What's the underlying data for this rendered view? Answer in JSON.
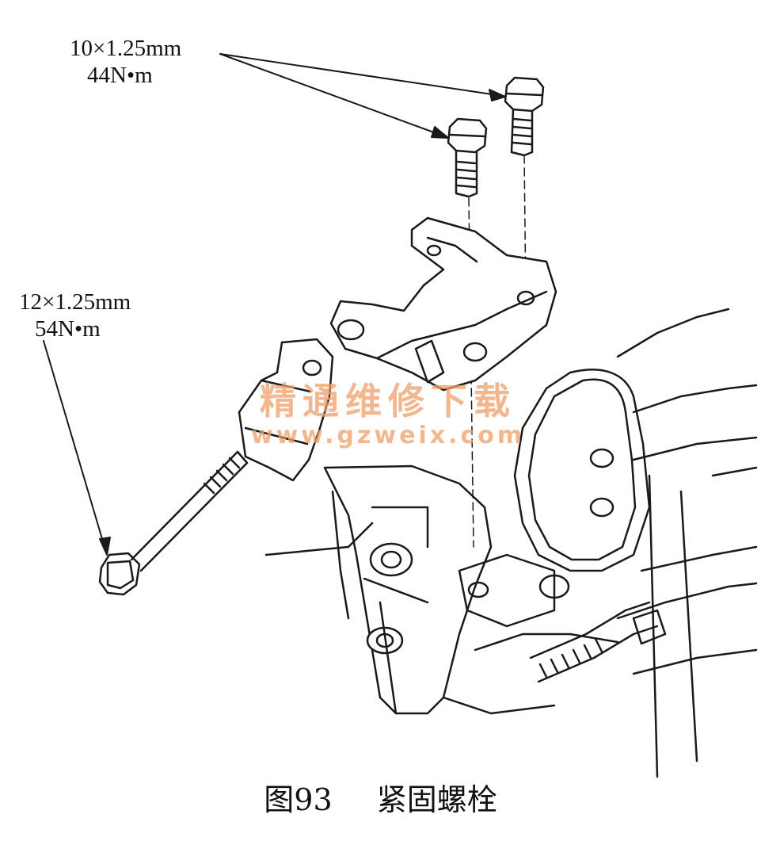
{
  "callouts": {
    "upper_bolts": {
      "size": "10×1.25mm",
      "torque": "44N•m"
    },
    "through_bolt": {
      "size": "12×1.25mm",
      "torque": "54N•m"
    }
  },
  "watermark": {
    "title": "精通维修下载",
    "url": "www.gzweix.com"
  },
  "caption": {
    "figure": "图93",
    "title": "紧固螺栓"
  }
}
